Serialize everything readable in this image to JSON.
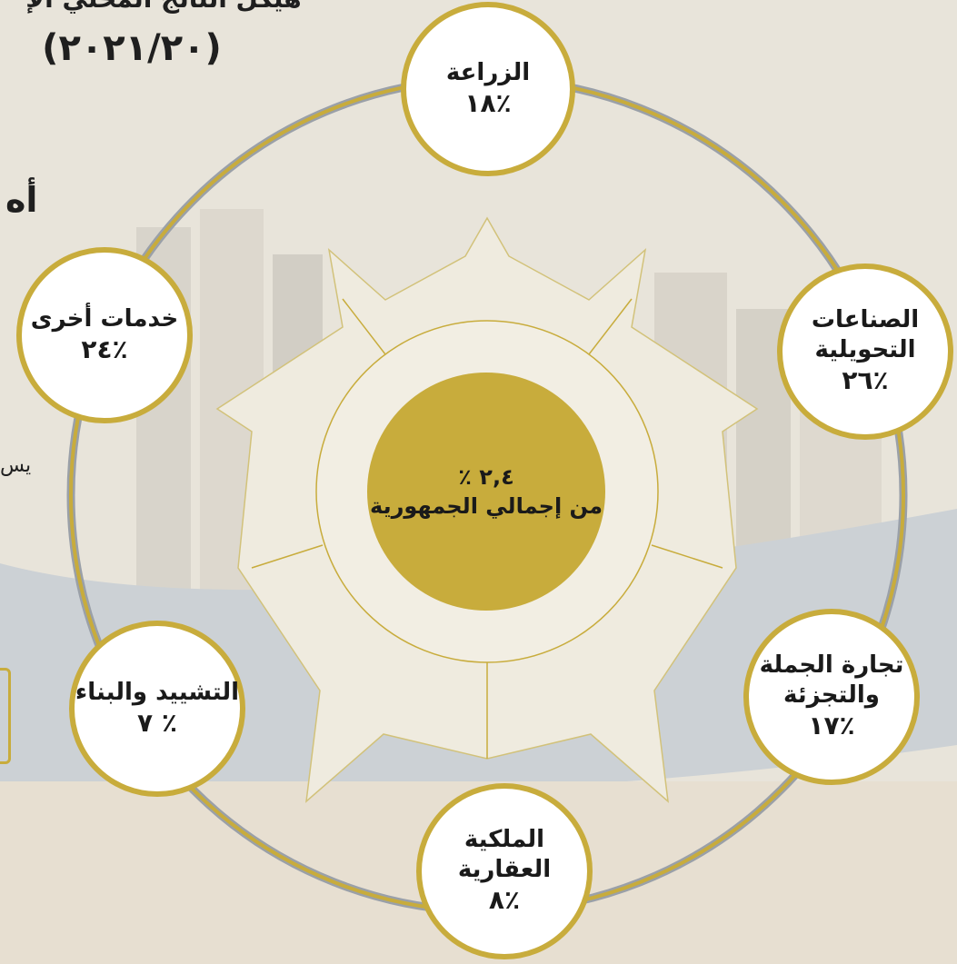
{
  "header": {
    "title_line1": "هيكل الناتج المحلي الإ",
    "title_line2": "(٢٠٢١/٢٠)",
    "side_text": "أه",
    "side_fragment": "يس"
  },
  "center": {
    "value": "٢,٤ ٪",
    "label": "من إجمالي الجمهورية"
  },
  "sectors": [
    {
      "label": "الزراعة",
      "value": "٪١٨"
    },
    {
      "label": "الصناعات\nالتحويلية",
      "value": "٪٢٦"
    },
    {
      "label": "تجارة الجملة\nوالتجزئة",
      "value": "٪١٧"
    },
    {
      "label": "الملكية العقارية",
      "value": "٪٨"
    },
    {
      "label": "التشييد والبناء",
      "value": "٪ ٧"
    },
    {
      "label": "خدمات أخرى",
      "value": "٪٢٤"
    }
  ],
  "colors": {
    "accent": "#c8ac3c",
    "ring_fill": "#efebdf",
    "node_fill": "#ffffff",
    "ring_line": "#9aa0a8"
  }
}
